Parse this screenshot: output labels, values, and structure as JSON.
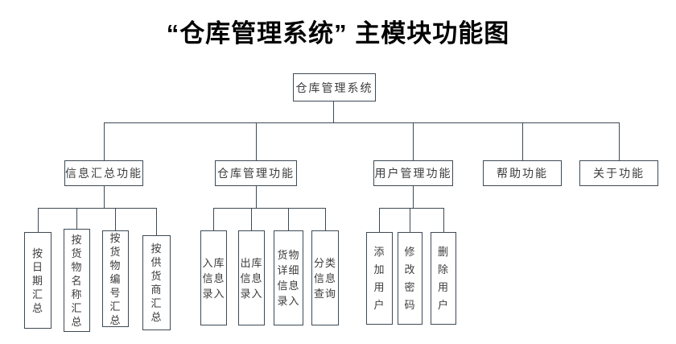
{
  "title": "“仓库管理系统” 主模块功能图",
  "root": {
    "label": "仓库管理系统"
  },
  "branches": [
    {
      "label": "信息汇总功能"
    },
    {
      "label": "仓库管理功能"
    },
    {
      "label": "用户管理功能"
    },
    {
      "label": "帮助功能"
    },
    {
      "label": "关于功能"
    }
  ],
  "leaves": {
    "summary": [
      "按\n日\n期\n汇\n总",
      "按\n货\n物\n名\n称\n汇\n总",
      "按\n货\n物\n编\n号\n汇\n总",
      "按\n供\n货\n商\n汇\n总"
    ],
    "warehouse": [
      "入库\n信息\n录入",
      "出库\n信息\n录入",
      "货物\n详细\n信息\n录入",
      "分类\n信息\n查询"
    ],
    "user": [
      "添\n加\n用\n户",
      "修\n改\n密\n码",
      "删\n除\n用\n户"
    ]
  },
  "colors": {
    "line": "#3e4a55",
    "text": "#3c3c3c",
    "title": "#000000",
    "background": "#ffffff"
  }
}
